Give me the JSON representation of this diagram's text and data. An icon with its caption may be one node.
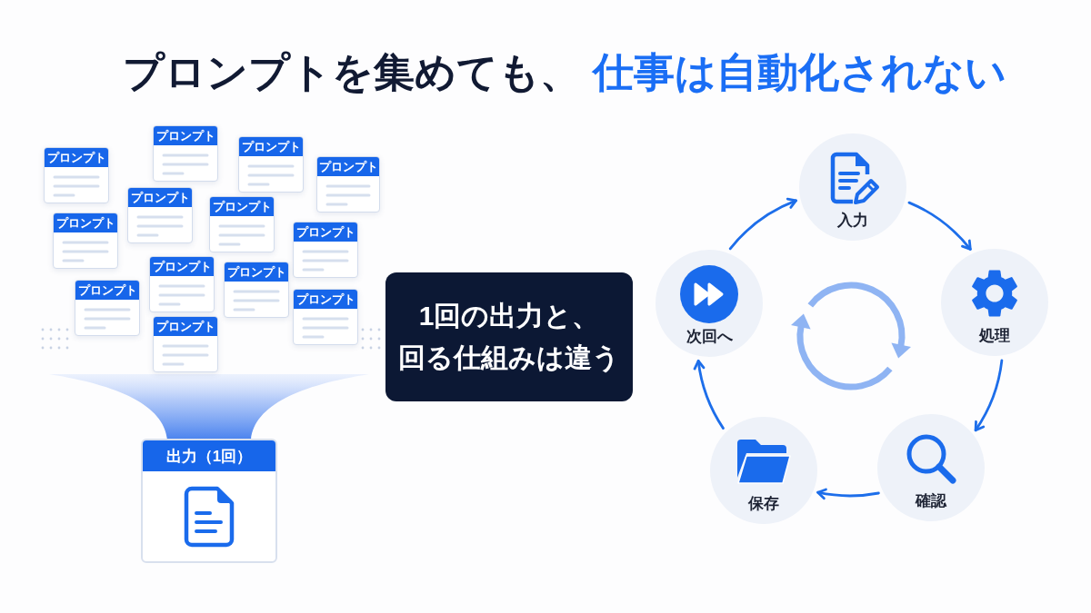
{
  "diagram": {
    "title": "プロンプトを集めても、 **仕事は自動化されない**",
    "nodes": [
      {
        "text": [
          "プロンプト"
        ]
      },
      {
        "text": [
          "プロンプト"
        ]
      },
      {
        "text": [
          "プロンプト"
        ]
      },
      {
        "text": [
          "プロンプト"
        ]
      },
      {
        "text": [
          "プロンプト"
        ]
      },
      {
        "text": [
          "プロンプト"
        ]
      },
      {
        "text": [
          "プロンプト"
        ]
      },
      {
        "text": [
          "プロンプト"
        ]
      },
      {
        "text": [
          "プロンプト"
        ]
      },
      {
        "text": [
          "プロンプト"
        ]
      },
      {
        "text": [
          "プロンプト"
        ]
      },
      {
        "text": [
          "プロンプト"
        ]
      },
      {
        "text": [
          "プロンプト"
        ]
      },
      {
        "text": [
          "出力（1回）"
        ]
      },
      {
        "text": [
          "1回の出力と、回る仕組みは違う"
        ]
      },
      {
        "text": [
          "入力"
        ]
      },
      {
        "text": [
          "処理"
        ]
      },
      {
        "text": [
          "確認"
        ]
      },
      {
        "text": [
          "保存"
        ]
      },
      {
        "text": [
          "次回へ"
        ]
      }
    ],
    "edges": [
      {
        "from": 15,
        "to": 16,
        "arrow": "to"
      },
      {
        "from": 16,
        "to": 17,
        "arrow": "to"
      },
      {
        "from": 17,
        "to": 18,
        "arrow": "to"
      },
      {
        "from": 18,
        "to": 19,
        "arrow": "to"
      },
      {
        "from": 19,
        "to": 15,
        "arrow": "to"
      }
    ]
  }
}
